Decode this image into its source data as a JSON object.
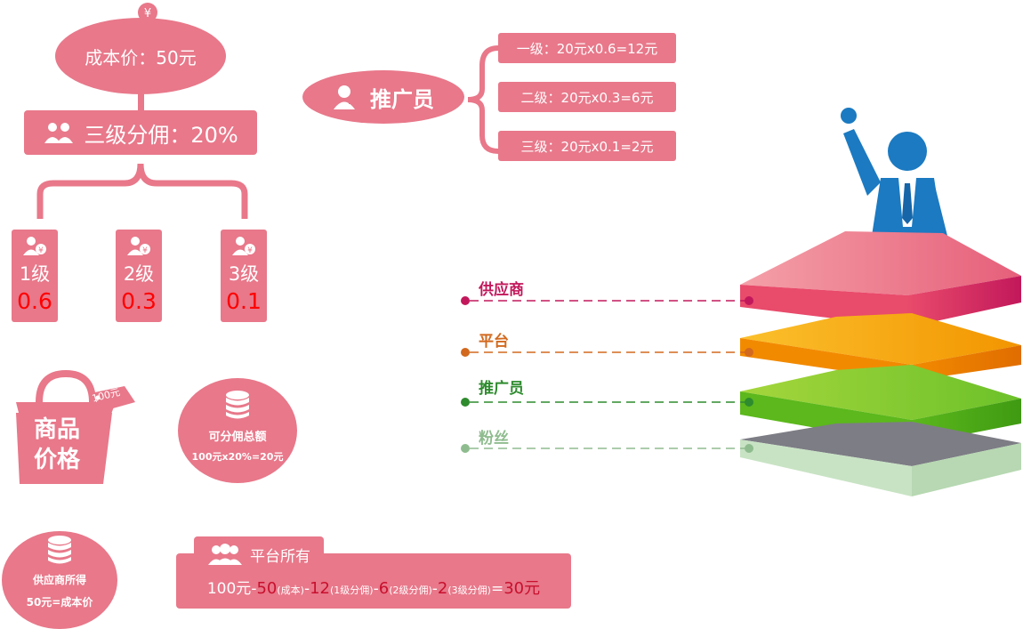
{
  "cost": {
    "label": "成本价：50元"
  },
  "commission": {
    "label": "三级分佣：20%"
  },
  "levels": [
    {
      "name": "1级",
      "value": "0.6"
    },
    {
      "name": "2级",
      "value": "0.3"
    },
    {
      "name": "3级",
      "value": "0.1"
    }
  ],
  "product": {
    "title_line1": "商品",
    "title_line2": "价格",
    "tag": "100元"
  },
  "total": {
    "title": "可分佣总额",
    "formula": "100元x20%=20元"
  },
  "supplier_income": {
    "title": "供应商所得",
    "formula": "50元=成本价"
  },
  "platform": {
    "title": "平台所有",
    "f0": "100元",
    "dash": "-",
    "v_cost": "50",
    "n_cost": "(成本)",
    "v1": "12",
    "n1": "(1级分佣)",
    "v2": "6",
    "n2": "(2级分佣)",
    "v3": "2",
    "n3": "(3级分佣)",
    "eq": "=",
    "result": "30元"
  },
  "promoter": {
    "label": "推广员",
    "breakdown": [
      "一级：20元x0.6=12元",
      "二级：20元x0.3=6元",
      "三级：20元x0.1=2元"
    ]
  },
  "layers": [
    {
      "label": "供应商",
      "color": "#c2185b"
    },
    {
      "label": "平台",
      "color": "#d2691e"
    },
    {
      "label": "推广员",
      "color": "#2e8b2e"
    },
    {
      "label": "粉丝",
      "color": "#8fbc8f"
    }
  ],
  "colors": {
    "accent": "#e8788a",
    "highlight": "#ff0000"
  }
}
